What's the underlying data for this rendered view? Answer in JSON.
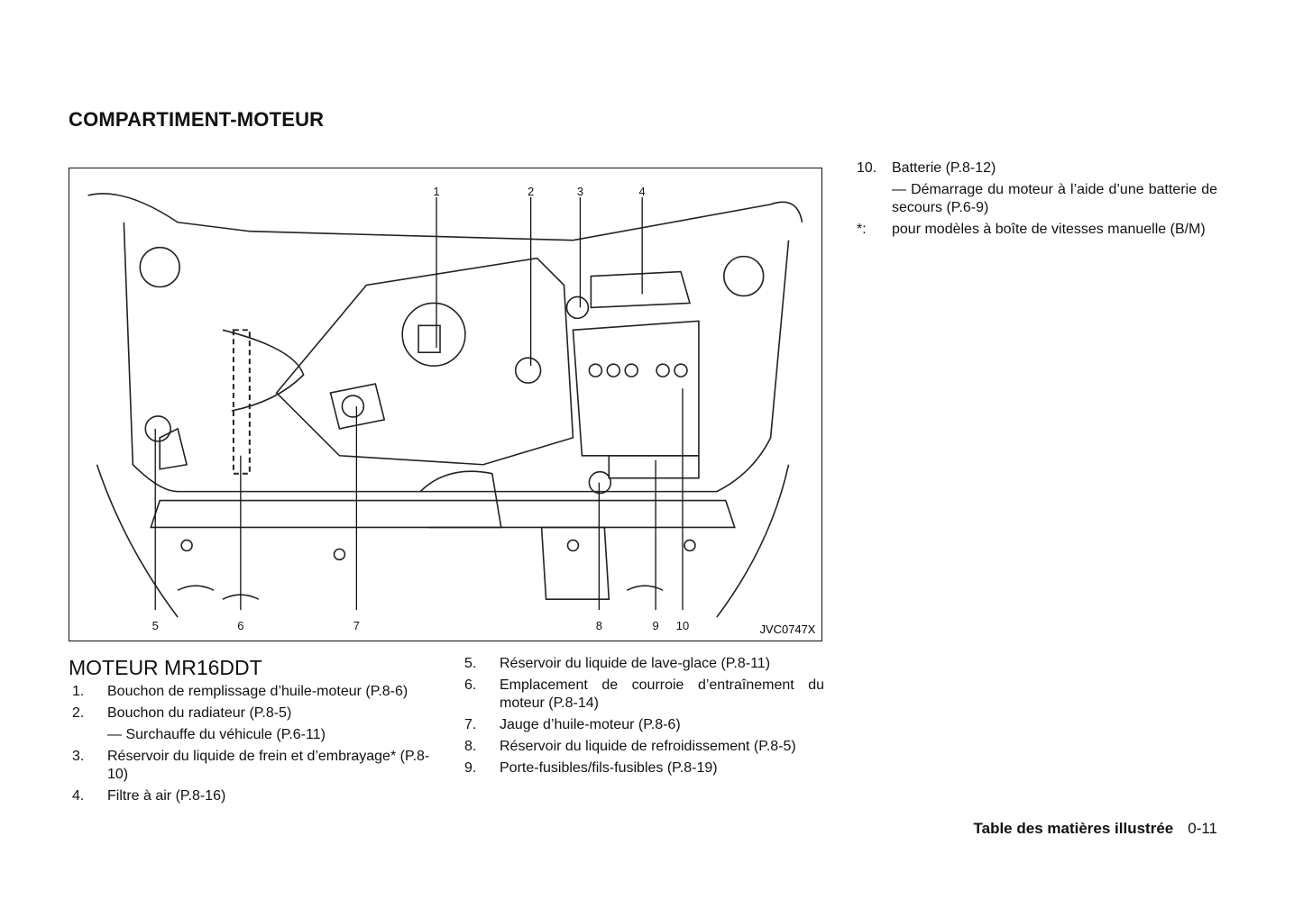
{
  "title": "COMPARTIMENT-MOTEUR",
  "figure": {
    "code": "JVC0747X",
    "callouts": [
      "1",
      "2",
      "3",
      "4",
      "5",
      "6",
      "7",
      "8",
      "9",
      "10"
    ]
  },
  "section_heading": "MOTEUR MR16DDT",
  "items": [
    {
      "num": "1.",
      "text": "Bouchon de remplissage d’huile-moteur (P.8-6)"
    },
    {
      "num": "2.",
      "text": "Bouchon du radiateur (P.8-5)",
      "sub": "— Surchauffe du véhicule (P.6-11)"
    },
    {
      "num": "3.",
      "text": "Réservoir du liquide de frein et d’embrayage* (P.8-10)"
    },
    {
      "num": "4.",
      "text": "Filtre à air (P.8-16)"
    },
    {
      "num": "5.",
      "text": "Réservoir du liquide de lave-glace (P.8-11)"
    },
    {
      "num": "6.",
      "text": "Emplacement de courroie d’entraînement du moteur (P.8-14)"
    },
    {
      "num": "7.",
      "text": "Jauge d’huile-moteur (P.8-6)"
    },
    {
      "num": "8.",
      "text": "Réservoir du liquide de refroidissement (P.8-5)"
    },
    {
      "num": "9.",
      "text": "Porte-fusibles/fils-fusibles (P.8-19)"
    },
    {
      "num": "10.",
      "text": "Batterie (P.8-12)",
      "sub": "— Démarrage du moteur à l’aide d’une batterie de secours (P.6-9)"
    },
    {
      "num": "*:",
      "text": "pour modèles à boîte de vitesses manuelle (B/M)"
    }
  ],
  "footer": {
    "section": "Table des matières illustrée",
    "page": "0-11"
  }
}
